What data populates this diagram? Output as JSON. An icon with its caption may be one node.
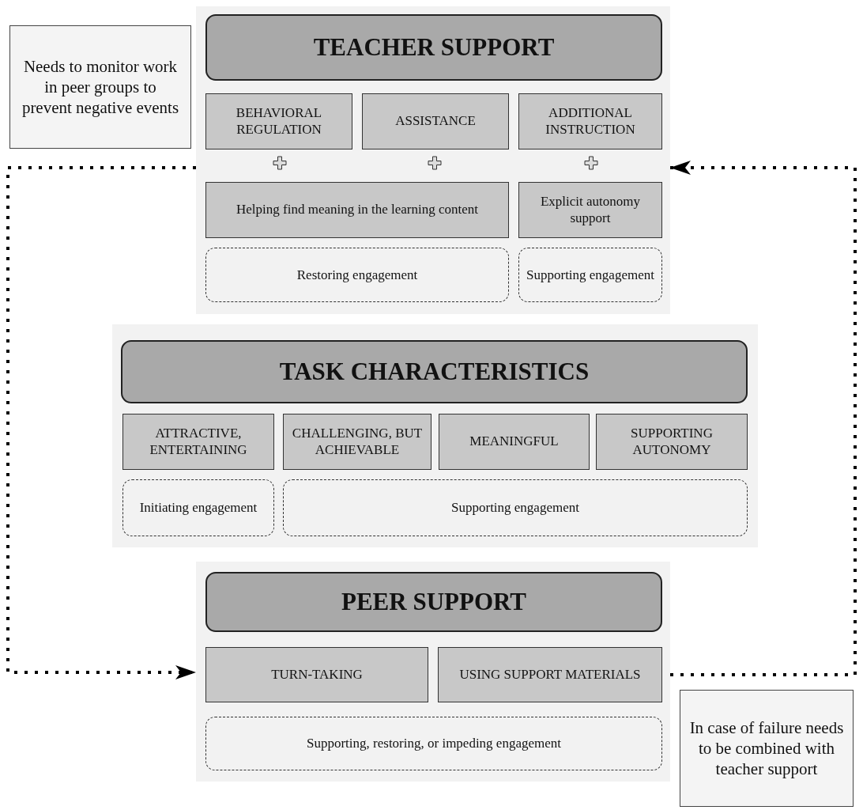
{
  "diagram": {
    "nodes": [
      {
        "text": [
          "Needs to monitor work in peer groups to prevent negative events"
        ]
      },
      {
        "text": [],
        "shape": "box"
      },
      {
        "text": [
          "TEACHER SUPPORT"
        ],
        "in": 1
      },
      {
        "text": [
          "BEHAVIORAL REGULATION"
        ],
        "in": 1
      },
      {
        "text": [
          "ASSISTANCE"
        ],
        "in": 1
      },
      {
        "text": [
          "ADDITIONAL INSTRUCTION"
        ],
        "in": 1
      },
      {
        "text": [
          "Helping find meaning in the learning content"
        ],
        "in": 1
      },
      {
        "text": [
          "Explicit autonomy support"
        ],
        "in": 1
      },
      {
        "text": [
          "Restoring engagement"
        ],
        "in": 1
      },
      {
        "text": [
          "Supporting engagement"
        ],
        "in": 1
      },
      {
        "text": [],
        "shape": "box"
      },
      {
        "text": [
          "TASK CHARACTERISTICS"
        ],
        "in": 10
      },
      {
        "text": [
          "ATTRACTIVE, ENTERTAINING"
        ],
        "in": 10
      },
      {
        "text": [
          "CHALLENGING, BUT ACHIEVABLE"
        ],
        "in": 10
      },
      {
        "text": [
          "MEANINGFUL"
        ],
        "in": 10
      },
      {
        "text": [
          "SUPPORTING AUTONOMY"
        ],
        "in": 10
      },
      {
        "text": [
          "Initiating engagement"
        ],
        "in": 10
      },
      {
        "text": [
          "Supporting engagement"
        ],
        "in": 10
      },
      {
        "text": [],
        "shape": "box"
      },
      {
        "text": [
          "PEER SUPPORT"
        ],
        "in": 18
      },
      {
        "text": [
          "TURN-TAKING"
        ],
        "in": 18
      },
      {
        "text": [
          "USING SUPPORT MATERIALS"
        ],
        "in": 18
      },
      {
        "text": [
          "Supporting, restoring, or impeding engagement"
        ],
        "in": 18
      },
      {
        "text": [
          "In case of failure needs to be combined with teacher support"
        ]
      }
    ],
    "edges": [
      {
        "from": 1,
        "to": 18,
        "arrow": "to"
      },
      {
        "from": 18,
        "to": 1,
        "arrow": "to"
      }
    ]
  }
}
